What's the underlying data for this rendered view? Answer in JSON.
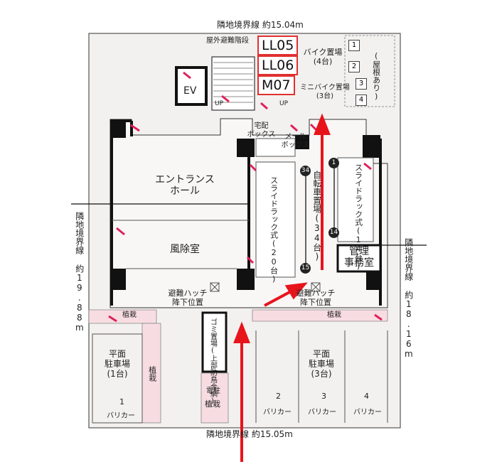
{
  "boundaries": {
    "top": "隣地境界線 約15.04m",
    "bottom": "隣地境界線 約15.05m",
    "left": "隣地境界線 約19.88m",
    "right": "隣地境界線 約18.16m"
  },
  "unit_tags": [
    "LL05",
    "LL06",
    "M07"
  ],
  "rooms": {
    "outdoor_stairs": "屋外避難階段",
    "ev": "EV",
    "entrance_hall": [
      "エントランス",
      "ホール"
    ],
    "windbreak": "風除室",
    "delivery_box": [
      "宅配",
      "ボックス"
    ],
    "mail_box": [
      "メール",
      "ボックス"
    ],
    "management_office": [
      "管理",
      "事務室"
    ],
    "up_labels": [
      "UP",
      "UP"
    ]
  },
  "bike": {
    "bike_parking": [
      "バイク置場",
      "(4台)"
    ],
    "mini_bike": [
      "ミニバイク置場",
      "(3台)"
    ],
    "roof_note": "(屋根あり)",
    "slot_numbers": [
      "1",
      "2",
      "3",
      "4"
    ]
  },
  "bicycle": {
    "rack_20": "スライドラック式(20台)",
    "bicycle_parking": "自転車置場(34台)",
    "rack_14": "スライドラック式(14台)",
    "badges": [
      "34",
      "15",
      "1",
      "14"
    ]
  },
  "hatches": {
    "left": [
      "避難ハッチ",
      "降下位置"
    ],
    "right": [
      "避難ハッチ",
      "降下位置"
    ]
  },
  "plantings": {
    "strip_left": "植栽",
    "strip_right": "植栽",
    "side": "植栽",
    "pole_label": "電柱",
    "pole_planting": "植栽"
  },
  "garbage": "ゴミ置場(上部防鳥金網)",
  "parking_left": {
    "title": [
      "平面",
      "駐車場",
      "(1台)"
    ],
    "number": "1",
    "barrier": "バリカー"
  },
  "parking_right": {
    "title": [
      "平面",
      "駐車場",
      "(3台)"
    ],
    "numbers": [
      "2",
      "3",
      "4"
    ],
    "barriers": [
      "バリカー",
      "バリカー",
      "バリカー"
    ]
  },
  "colors": {
    "arrow": "#e8141c",
    "tag_border": "#e03030",
    "pink_fill": "#f7dde2",
    "wall": "#111111",
    "ground": "#f3f1ef"
  }
}
